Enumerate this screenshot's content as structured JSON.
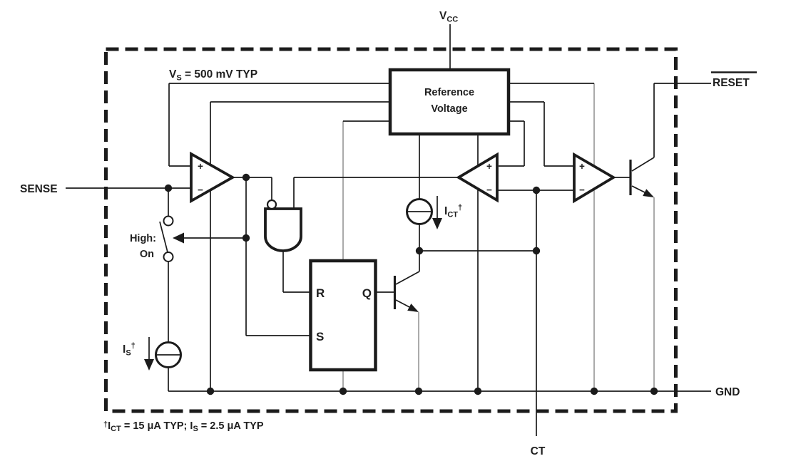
{
  "diagram": {
    "title": "supply-voltage-supervisor-functional-block-diagram",
    "colors": {
      "line": "#1b1b1b",
      "gray_line": "#9c9c9c",
      "background": "#ffffff",
      "text": "#1f1f1f"
    },
    "pins": {
      "vcc": {
        "base": "V",
        "sub": "CC"
      },
      "reset": {
        "label": "RESET"
      },
      "sense": {
        "label": "SENSE"
      },
      "gnd": {
        "label": "GND"
      },
      "ct": {
        "label": "CT"
      }
    },
    "blocks": {
      "reference": {
        "line1": "Reference",
        "line2": "Voltage"
      },
      "latch": {
        "r": "R",
        "s": "S",
        "q": "Q"
      }
    },
    "comparator_signs": {
      "plus": "+",
      "minus": "−"
    },
    "annotations": {
      "vs_note": {
        "base": "V",
        "sub": "S",
        "rest": " = 500 mV TYP"
      },
      "switch_note": {
        "line1": "High:",
        "line2": "On"
      },
      "is_label": {
        "base": "I",
        "sub": "S",
        "sup": "†"
      },
      "ict_label": {
        "base": "I",
        "sub": "CT",
        "sup": "†"
      },
      "footnote": {
        "p1": "†",
        "p2": "I",
        "s1": "CT",
        "p3": " = 15 μA TYP; I",
        "s2": "S",
        "p4": " = 2.5 μA TYP"
      }
    }
  }
}
